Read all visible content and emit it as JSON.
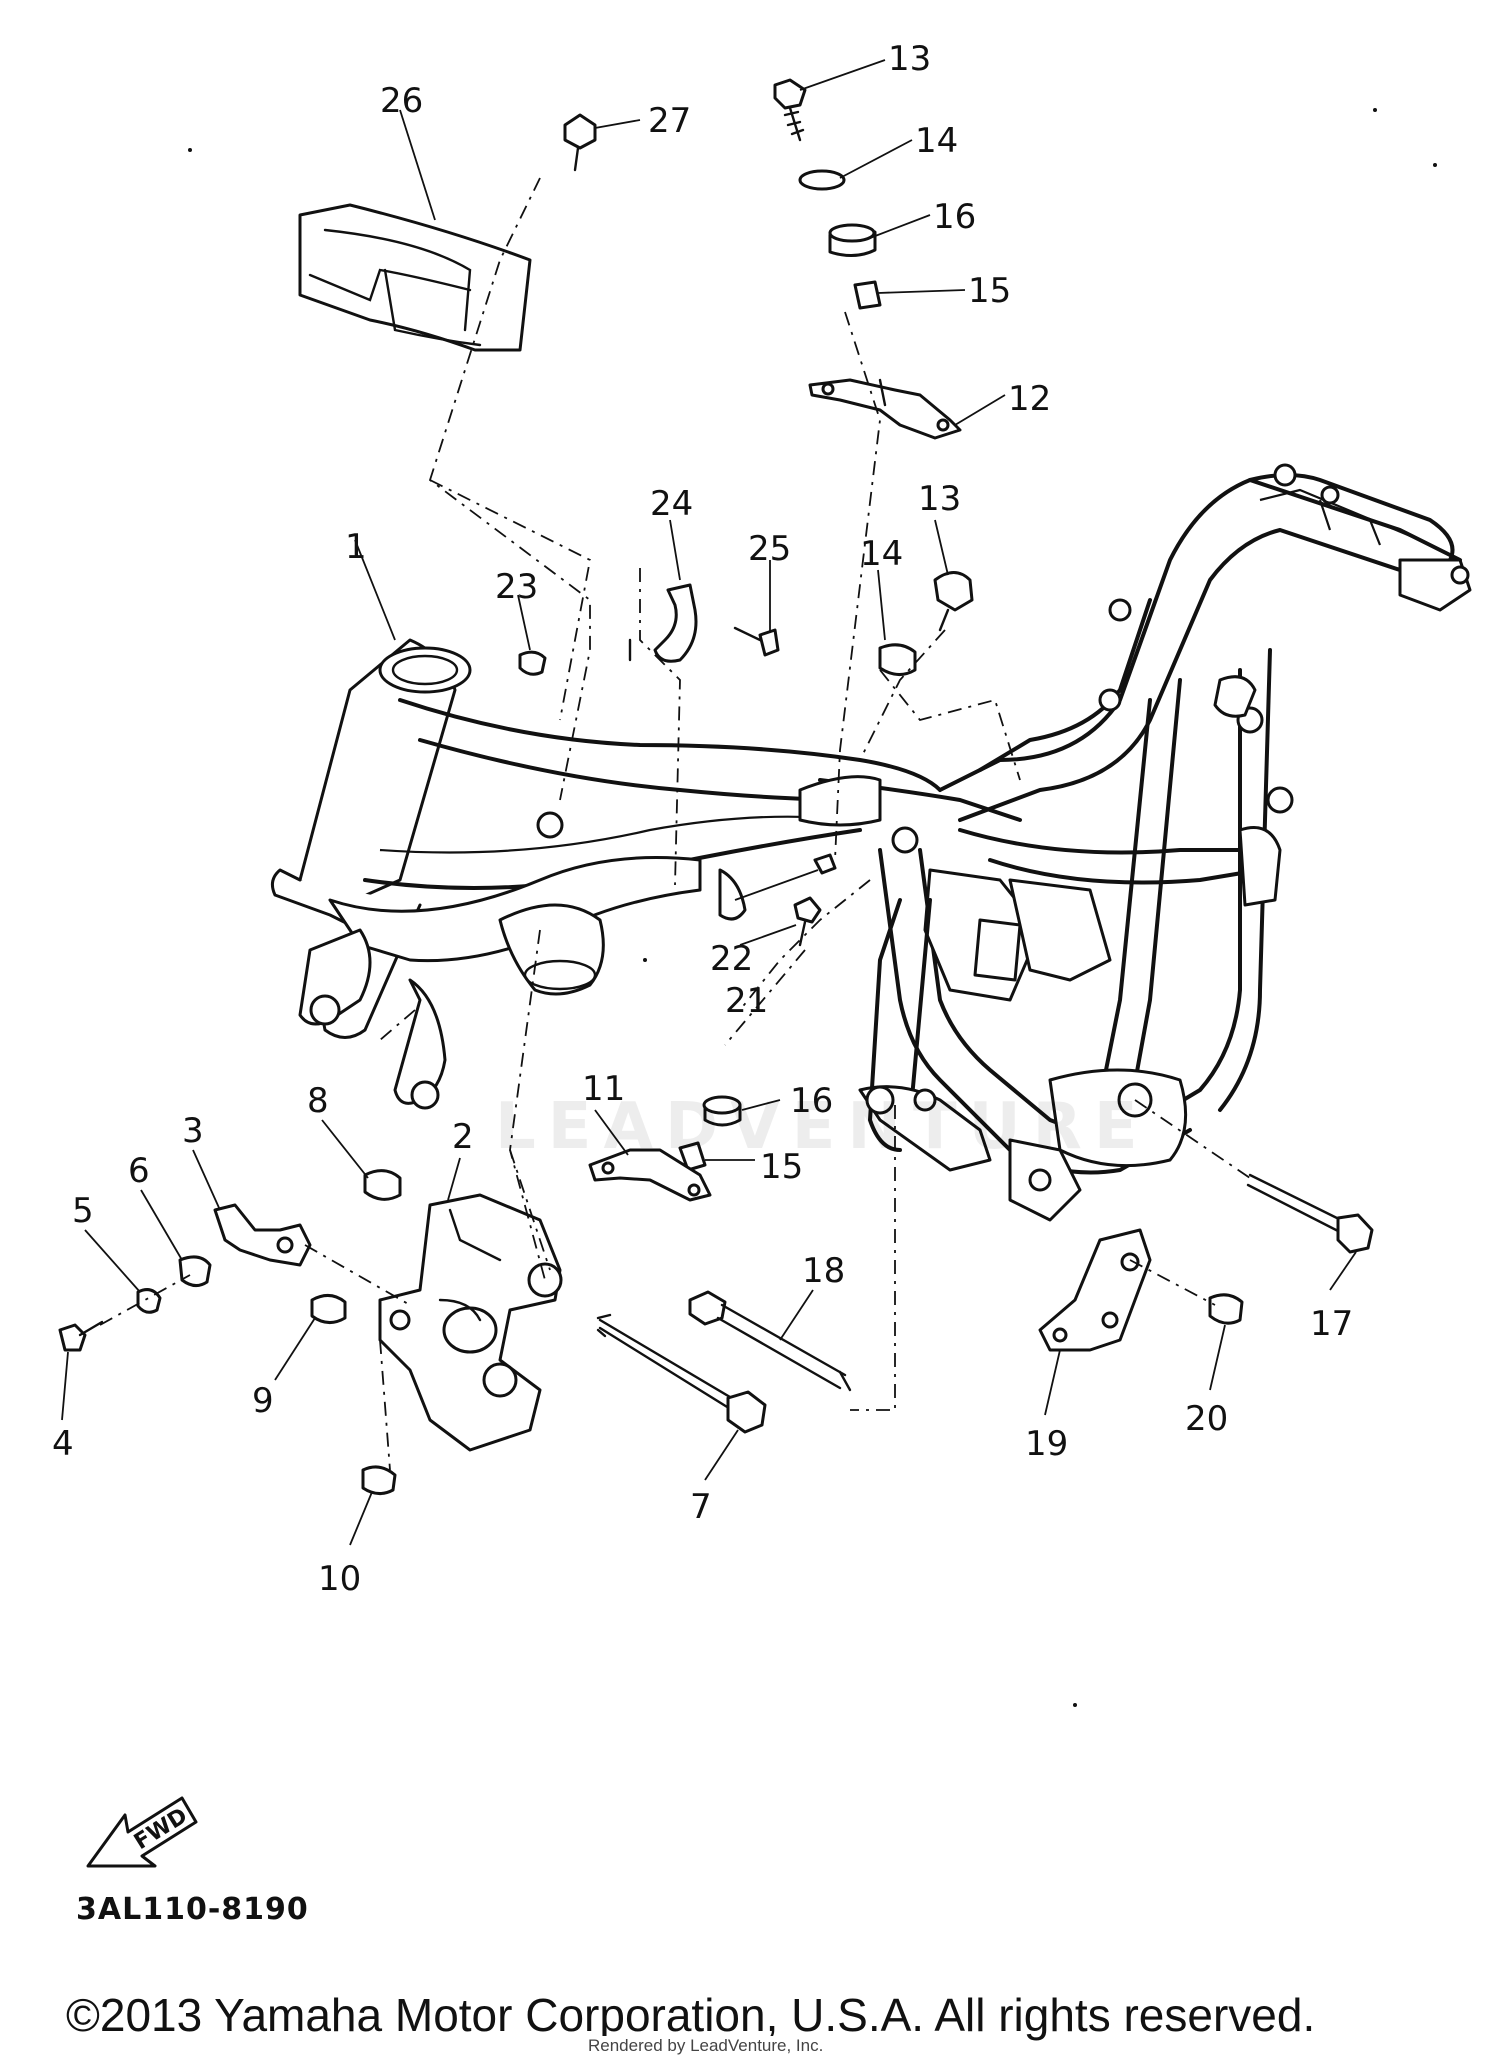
{
  "diagram": {
    "callouts": [
      {
        "id": "c13a",
        "label": "13"
      },
      {
        "id": "c14a",
        "label": "14"
      },
      {
        "id": "c16a",
        "label": "16"
      },
      {
        "id": "c15a",
        "label": "15"
      },
      {
        "id": "c12",
        "label": "12"
      },
      {
        "id": "c26",
        "label": "26"
      },
      {
        "id": "c27",
        "label": "27"
      },
      {
        "id": "c24",
        "label": "24"
      },
      {
        "id": "c25",
        "label": "25"
      },
      {
        "id": "c13b",
        "label": "13"
      },
      {
        "id": "c14b",
        "label": "14"
      },
      {
        "id": "c1",
        "label": "1"
      },
      {
        "id": "c23",
        "label": "23"
      },
      {
        "id": "c22",
        "label": "22"
      },
      {
        "id": "c21",
        "label": "21"
      },
      {
        "id": "c16b",
        "label": "16"
      },
      {
        "id": "c15b",
        "label": "15"
      },
      {
        "id": "c11",
        "label": "11"
      },
      {
        "id": "c8",
        "label": "8"
      },
      {
        "id": "c2",
        "label": "2"
      },
      {
        "id": "c3",
        "label": "3"
      },
      {
        "id": "c6",
        "label": "6"
      },
      {
        "id": "c5",
        "label": "5"
      },
      {
        "id": "c4",
        "label": "4"
      },
      {
        "id": "c9",
        "label": "9"
      },
      {
        "id": "c10",
        "label": "10"
      },
      {
        "id": "c7",
        "label": "7"
      },
      {
        "id": "c18",
        "label": "18"
      },
      {
        "id": "c19",
        "label": "19"
      },
      {
        "id": "c20",
        "label": "20"
      },
      {
        "id": "c17",
        "label": "17"
      }
    ],
    "fwd_label": "FWD",
    "diagram_code": "3AL110-8190",
    "watermark": "LEADVENTURE",
    "copyright": "©2013 Yamaha Motor Corporation, U.S.A. All rights reserved.",
    "rendered_by": "Rendered by LeadVenture, Inc."
  }
}
